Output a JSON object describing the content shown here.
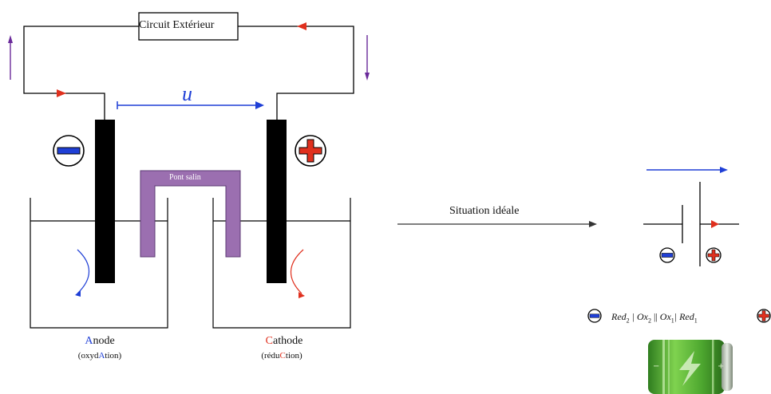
{
  "circuit_box": {
    "label": "Circuit Extérieur"
  },
  "voltage": {
    "symbol": "u"
  },
  "salt_bridge": {
    "label": "Pont salin"
  },
  "ideal": {
    "label": "Situation idéale"
  },
  "anode": {
    "first_letter": "A",
    "rest": "node",
    "role_prefix": "(oxyd",
    "role_letter": "A",
    "role_suffix": "tion)"
  },
  "cathode": {
    "first_letter": "C",
    "rest": "athode",
    "role_prefix": "(rédu",
    "role_letter": "C",
    "role_suffix": "tion)"
  },
  "cell_notation": {
    "red2": "Red",
    "red2_sub": "2",
    "ox2": "Ox",
    "ox2_sub": "2",
    "sep": "||",
    "ox1": "Ox",
    "ox1_sub": "1",
    "red1": "Red",
    "red1_sub": "1"
  },
  "colors": {
    "blue": "#1f3fd6",
    "red": "#e0301e",
    "purple": "#9b6fb0",
    "battery_green": "#59b83a"
  }
}
